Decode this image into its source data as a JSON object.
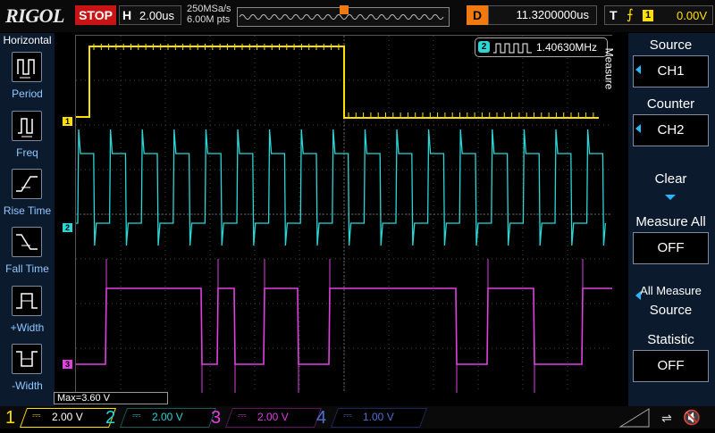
{
  "topbar": {
    "logo": "RIGOL",
    "run_status": "STOP",
    "timebase_key": "H",
    "timebase": "2.00us",
    "sample_rate": "250MSa/s",
    "memory_depth": "6.00M pts",
    "delay_key": "D",
    "delay": "11.3200000us",
    "trigger_key": "T",
    "trigger_source": "1",
    "trigger_level": "0.00V"
  },
  "left_menu": {
    "title": "Horizontal",
    "items": [
      {
        "label": "Period"
      },
      {
        "label": "Freq"
      },
      {
        "label": "Rise Time"
      },
      {
        "label": "Fall Time"
      },
      {
        "label": "+Width"
      },
      {
        "label": "-Width"
      }
    ]
  },
  "right_menu": {
    "title": "Measure",
    "buttons": [
      {
        "title": "Source",
        "value": "CH1"
      },
      {
        "title": "Counter",
        "value": "CH2"
      },
      {
        "title": "Clear",
        "value": ""
      },
      {
        "title": "Measure All",
        "value": "OFF"
      },
      {
        "title": "All Measure",
        "value": "Source"
      },
      {
        "title": "Statistic",
        "value": "OFF"
      }
    ]
  },
  "measurement": {
    "channel": "2",
    "value": "1.40630MHz"
  },
  "screen": {
    "channel_markers": [
      "1",
      "2",
      "3"
    ],
    "max_readout": "Max=3.60 V"
  },
  "bottom_channels": [
    {
      "num": "1",
      "scale": "2.00 V",
      "color": "#ffe000"
    },
    {
      "num": "2",
      "scale": "2.00 V",
      "color": "#2bd6d6"
    },
    {
      "num": "3",
      "scale": "2.00 V",
      "color": "#e040e0"
    },
    {
      "num": "4",
      "scale": "1.00 V",
      "color": "#3050c8"
    }
  ],
  "colors": {
    "ch1": "#ffe000",
    "ch2": "#2bd6d6",
    "ch3": "#e040e0",
    "ch4": "#3050c8",
    "trigger": "#f07a10",
    "stop": "#c81414"
  },
  "icons": [
    "usb-icon",
    "speaker-mute-icon"
  ]
}
